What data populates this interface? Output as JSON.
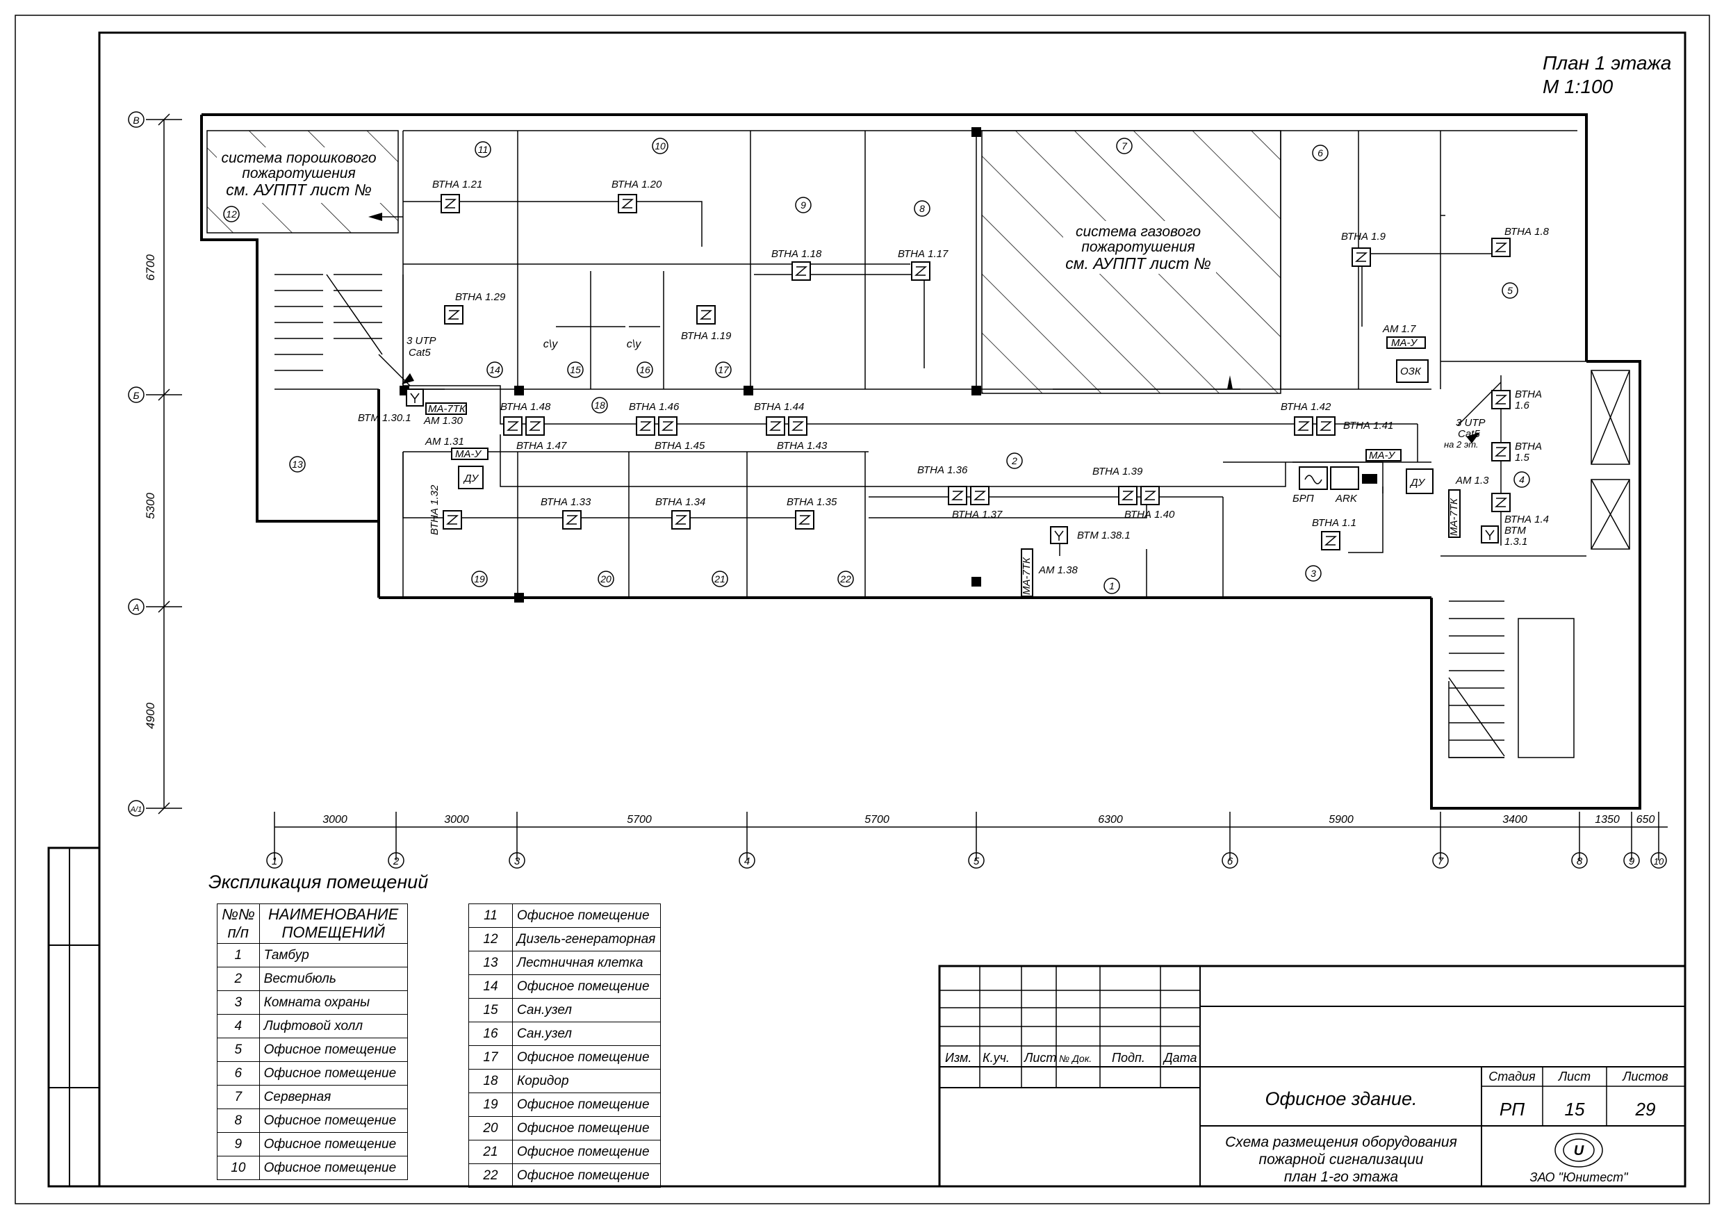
{
  "sheet": {
    "title_line1": "План 1 этажа",
    "title_line2": "М 1:100"
  },
  "axes": {
    "letters": [
      "В",
      "Б",
      "А",
      "А/1"
    ],
    "numbers": [
      "1",
      "2",
      "3",
      "4",
      "5",
      "6",
      "7",
      "8",
      "9",
      "10"
    ],
    "v_dims": [
      "6700",
      "5300",
      "4900"
    ],
    "h_dims": [
      "3000",
      "3000",
      "5700",
      "5700",
      "6300",
      "5900",
      "3400",
      "1350",
      "650"
    ]
  },
  "rooms": [
    "1",
    "2",
    "3",
    "4",
    "5",
    "6",
    "7",
    "8",
    "9",
    "10",
    "11",
    "12",
    "13",
    "14",
    "15",
    "16",
    "17",
    "18",
    "19",
    "20",
    "21",
    "22"
  ],
  "notes": {
    "powder_1": "система порошкового",
    "powder_2": "пожаротушения",
    "powder_3": "см. АУППТ лист №",
    "gas_1": "система газового",
    "gas_2": "пожаротушения",
    "gas_3": "см. АУППТ лист №",
    "cy1": "с\\у",
    "cy2": "с\\у",
    "utp_left_1": "3 UTP",
    "utp_left_2": "Cat5",
    "utp_right_1": "3 UTP",
    "utp_right_2": "Cat5",
    "utp_right_3": "на 2 эт."
  },
  "devices": {
    "v21": "ВТНА 1.21",
    "v20": "ВТНА 1.20",
    "v18": "ВТНА 1.18",
    "v17": "ВТНА 1.17",
    "v9": "ВТНА 1.9",
    "v8": "ВТНА 1.8",
    "v29": "ВТНА 1.29",
    "v19": "ВТНА 1.19",
    "v48": "ВТНА 1.48",
    "v47": "ВТНА 1.47",
    "v46": "ВТНА 1.46",
    "v45": "ВТНА 1.45",
    "v44": "ВТНА 1.44",
    "v43": "ВТНА 1.43",
    "v42": "ВТНА 1.42",
    "v41": "ВТНА 1.41",
    "v36": "ВТНА 1.36",
    "v37": "ВТНА 1.37",
    "v39": "ВТНА 1.39",
    "v40": "ВТНА 1.40",
    "v33": "ВТНА 1.33",
    "v34": "ВТНА 1.34",
    "v35": "ВТНА 1.35",
    "v32": "ВТНА 1.32",
    "v1": "ВТНА 1.1",
    "v6a": "ВТНА",
    "v6b": "1.6",
    "v5a": "ВТНА",
    "v5b": "1.5",
    "v4": "ВТНА 1.4",
    "btm131a": "ВТМ",
    "btm131b": "1.3.1",
    "btm1381": "ВТМ 1.38.1",
    "btm1301": "ВТМ 1.30.1",
    "am130": "АМ 1.30",
    "am131": "АМ 1.31",
    "am17": "АМ 1.7",
    "am13": "АМ 1.3",
    "am138": "АМ 1.38",
    "ma7tk_a": "МА-7ТК",
    "ma7tk_b": "МА-7ТК",
    "ma7tk_c": "МА-7ТК",
    "mau_a": "МА-У",
    "mau_b": "МА-У",
    "mau_c": "МА-У",
    "du_a": "ДУ",
    "du_b": "ДУ",
    "ozk": "ОЗК",
    "brp": "БРП",
    "ark": "ARK"
  },
  "explication": {
    "title": "Экспликация помещений",
    "h_num_1": "№№",
    "h_num_2": "п/п",
    "h_name_1": "НАИМЕНОВАНИЕ",
    "h_name_2": "ПОМЕЩЕНИЙ",
    "left": [
      {
        "n": "1",
        "name": "Тамбур"
      },
      {
        "n": "2",
        "name": "Вестибюль"
      },
      {
        "n": "3",
        "name": "Комната охраны"
      },
      {
        "n": "4",
        "name": "Лифтовой холл"
      },
      {
        "n": "5",
        "name": "Офисное помещение"
      },
      {
        "n": "6",
        "name": "Офисное помещение"
      },
      {
        "n": "7",
        "name": "Серверная"
      },
      {
        "n": "8",
        "name": "Офисное помещение"
      },
      {
        "n": "9",
        "name": "Офисное помещение"
      },
      {
        "n": "10",
        "name": "Офисное помещение"
      }
    ],
    "right": [
      {
        "n": "11",
        "name": "Офисное помещение"
      },
      {
        "n": "12",
        "name": "Дизель-генераторная"
      },
      {
        "n": "13",
        "name": "Лестничная клетка"
      },
      {
        "n": "14",
        "name": "Офисное помещение"
      },
      {
        "n": "15",
        "name": "Сан.узел"
      },
      {
        "n": "16",
        "name": "Сан.узел"
      },
      {
        "n": "17",
        "name": "Офисное помещение"
      },
      {
        "n": "18",
        "name": "Коридор"
      },
      {
        "n": "19",
        "name": "Офисное помещение"
      },
      {
        "n": "20",
        "name": "Офисное помещение"
      },
      {
        "n": "21",
        "name": "Офисное помещение"
      },
      {
        "n": "22",
        "name": "Офисное помещение"
      }
    ]
  },
  "title_block": {
    "izm": "Изм.",
    "kuch": "К.уч.",
    "list": "Лист",
    "ndok": "№ Док.",
    "podp": "Подп.",
    "data": "Дата",
    "object": "Офисное здание.",
    "sheet_name_1": "Схема размещения оборудования",
    "sheet_name_2": "пожарной сигнализации",
    "sheet_name_3": "план 1-го  этажа",
    "stage_h": "Стадия",
    "list_h": "Лист",
    "listov_h": "Листов",
    "stage": "РП",
    "sheet_no": "15",
    "sheets_total": "29",
    "company": "ЗАО \"Юнитест\"",
    "logo_letter": "U"
  }
}
